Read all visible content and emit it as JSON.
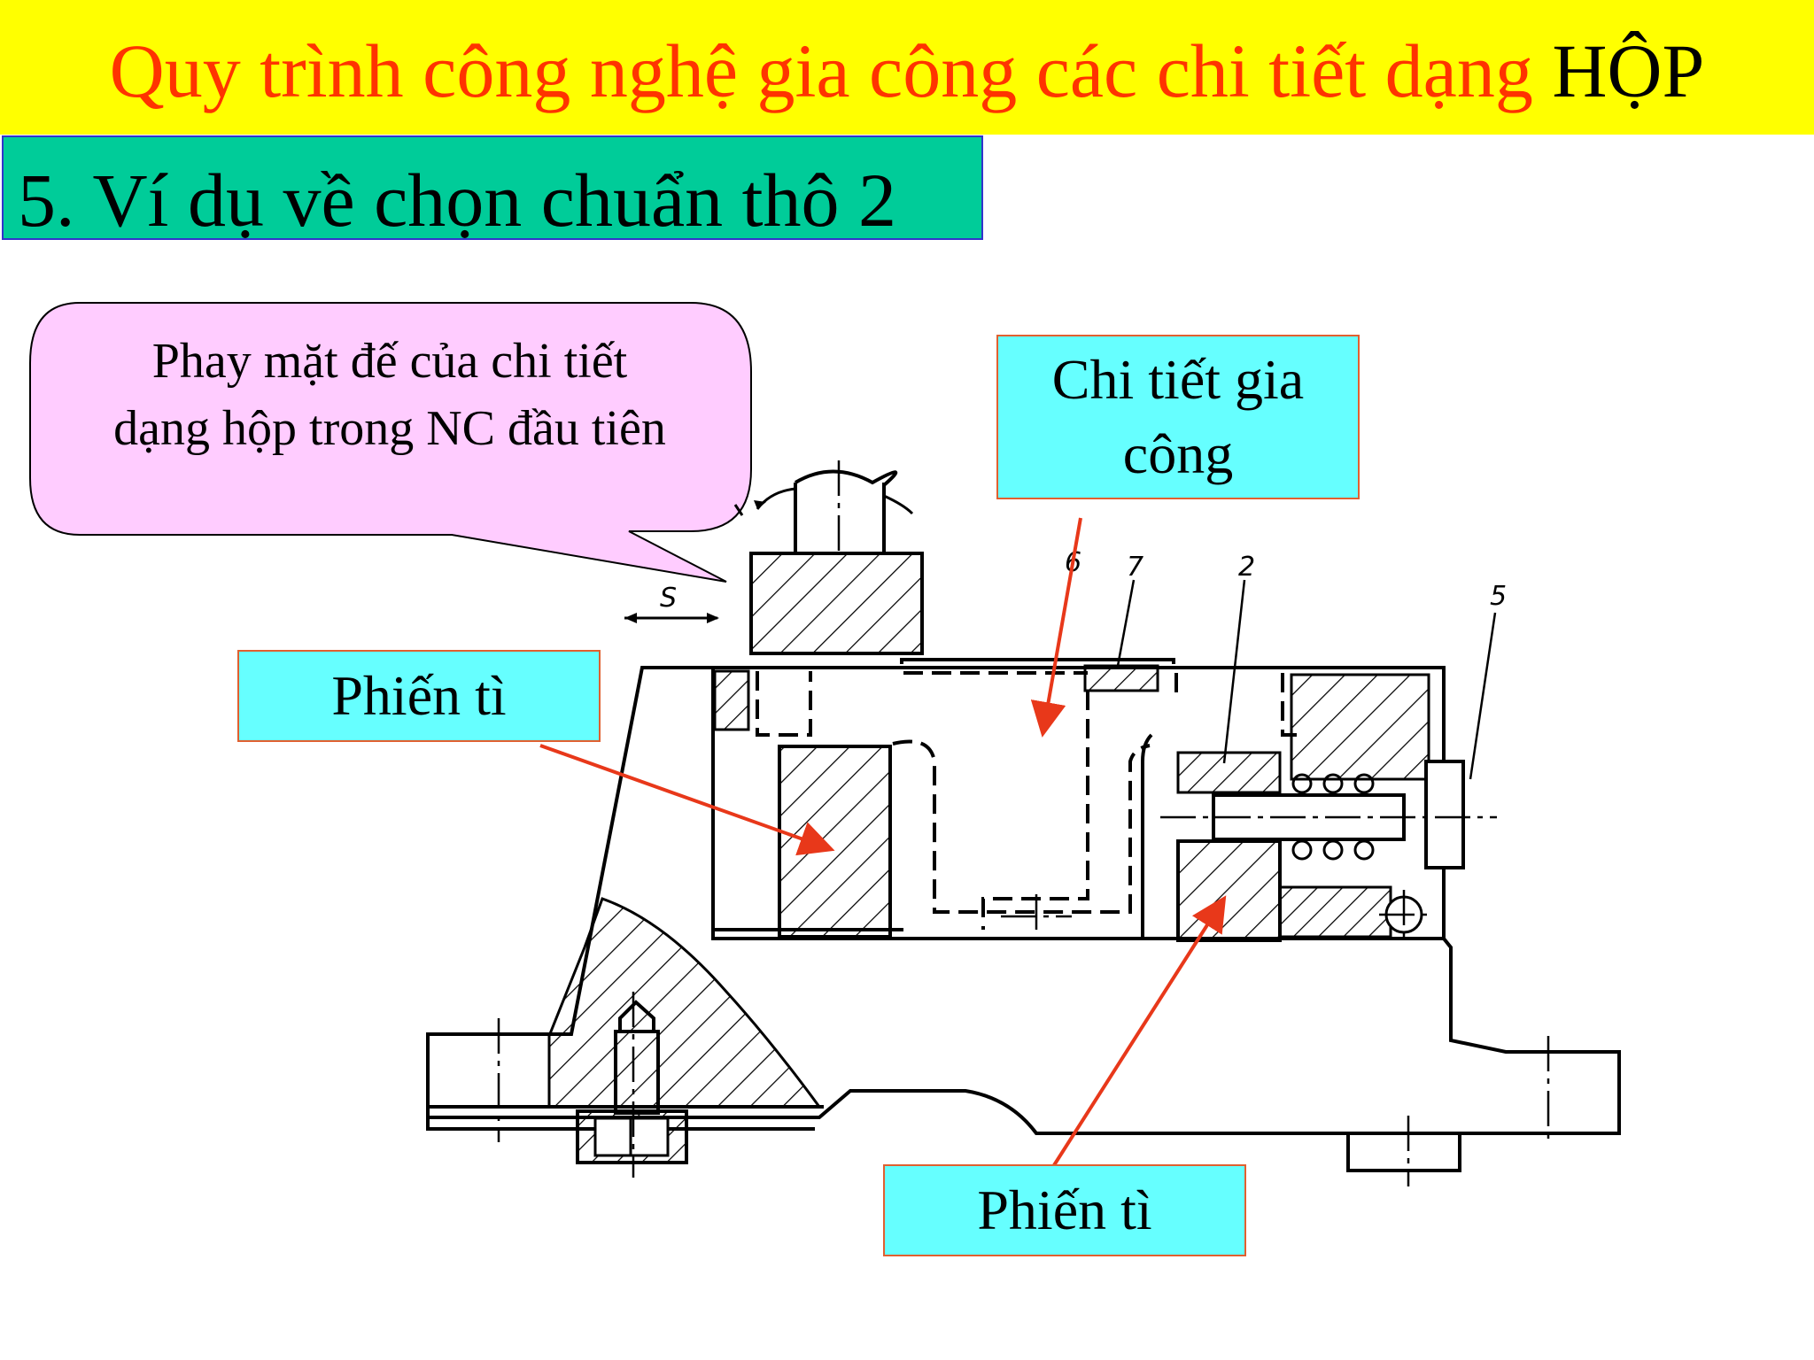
{
  "title": {
    "text": "Quy trình công nghệ gia công các chi tiết dạng ",
    "emphasis": "HỘP"
  },
  "subtitle": "5. Ví dụ về chọn chuẩn thô 2",
  "callout": {
    "line1": "Phay mặt đế của chi tiết",
    "line2": "dạng hộp trong NC đầu tiên"
  },
  "labels": {
    "workpiece": {
      "line1": "Chi tiết gia",
      "line2": "công"
    },
    "locator_left": "Phiến tì",
    "locator_bottom": "Phiến tì"
  },
  "drawing": {
    "feed_label": "S",
    "part_numbers": [
      "6",
      "7",
      "2",
      "5"
    ]
  },
  "colors": {
    "title_band": "#ffff00",
    "title_text": "#ff3300",
    "subtitle_band": "#00cc99",
    "callout_fill": "#ffccff",
    "label_fill": "#66ffff",
    "arrow": "#e8381a"
  }
}
